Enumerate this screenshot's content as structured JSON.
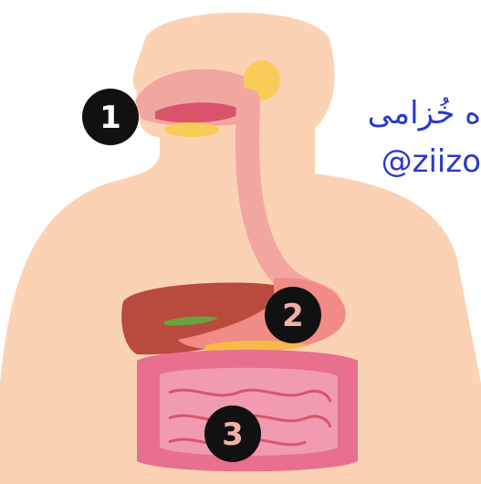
{
  "labels": [
    {
      "number": "1",
      "text_color": "#ffffff"
    },
    {
      "number": "2",
      "text_color": "#f4b0a4"
    },
    {
      "number": "3",
      "text_color": "#f4b0a4"
    }
  ],
  "watermark": {
    "line1": "ه خُزامى",
    "line2": "@ziizo",
    "color": "#2a39c9"
  },
  "colors": {
    "skin": "#fbd2b4",
    "esophagus": "#f2a6a0",
    "liver": "#b94a3e",
    "intestine": "#e86f8e",
    "marker": "#111111"
  },
  "icons": [
    "digestive-system-illustration"
  ]
}
